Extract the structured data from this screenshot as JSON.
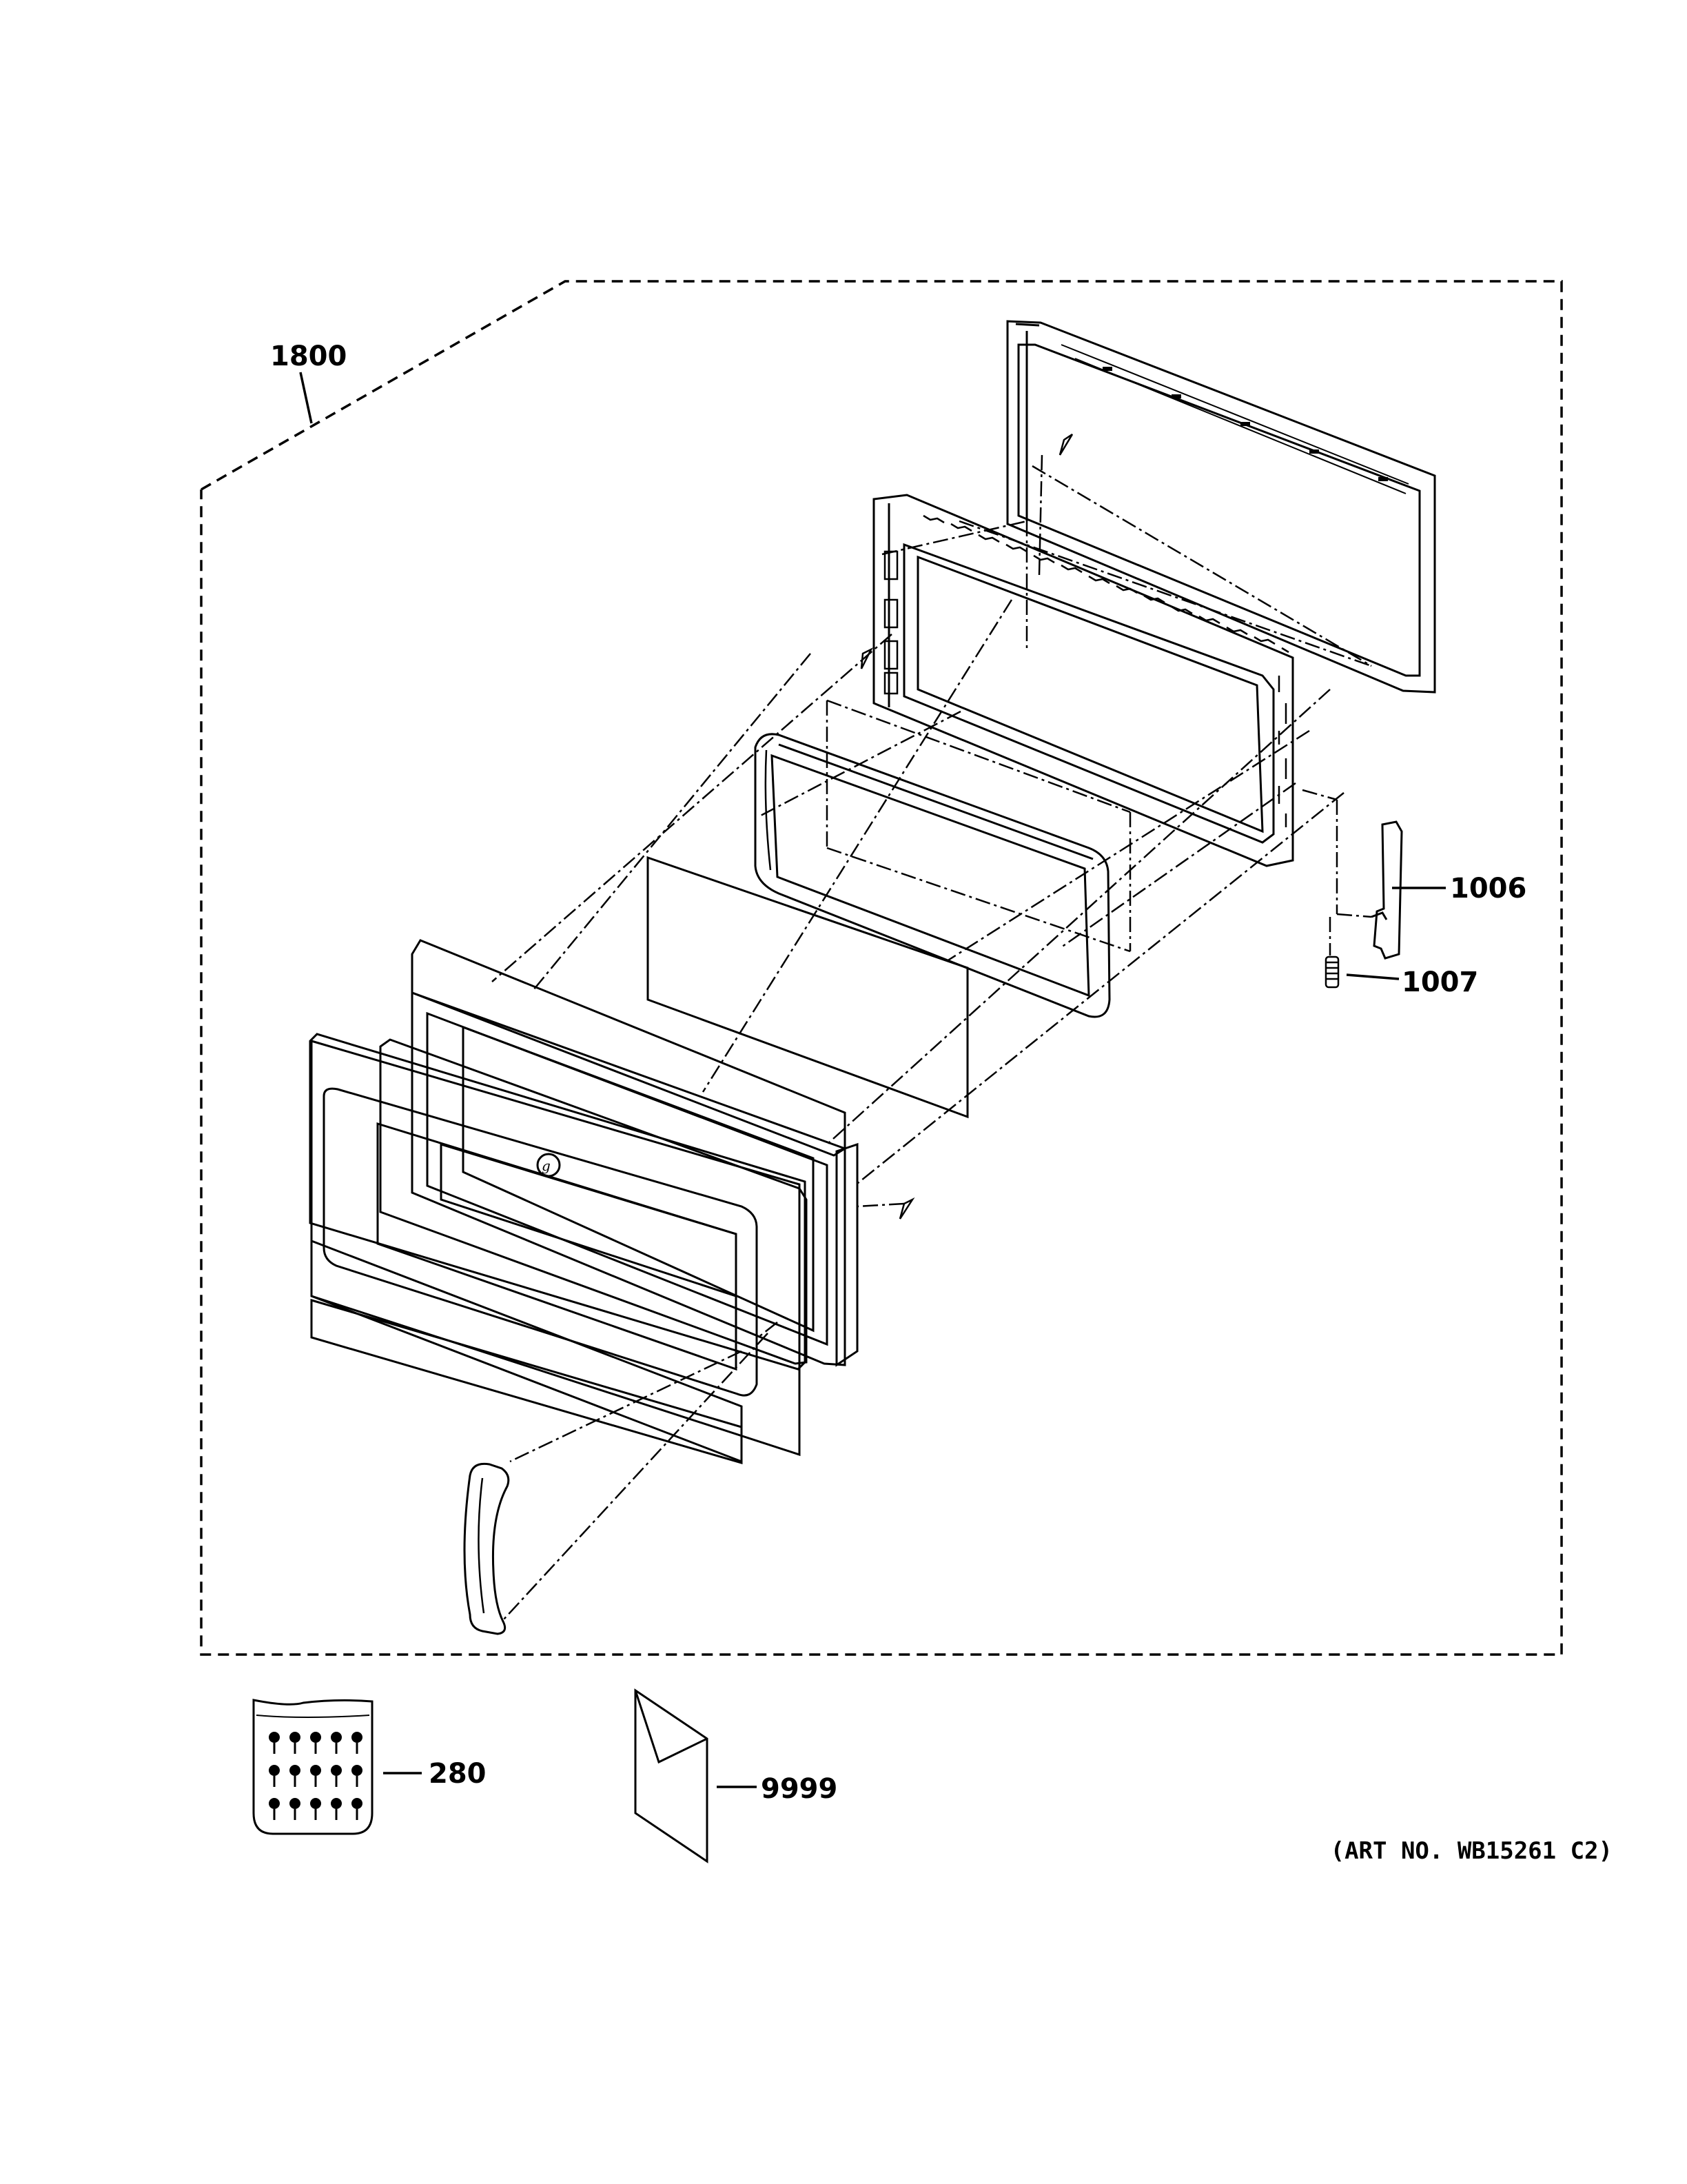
{
  "diagram": {
    "callouts": [
      {
        "id": "1800",
        "label": "1800"
      },
      {
        "id": "1006",
        "label": "1006"
      },
      {
        "id": "1007",
        "label": "1007"
      },
      {
        "id": "280",
        "label": "280"
      },
      {
        "id": "9999",
        "label": "9999"
      }
    ],
    "art_number": "(ART NO. WB15261 C2)"
  },
  "colors": {
    "line": "#000000",
    "background": "#ffffff"
  }
}
